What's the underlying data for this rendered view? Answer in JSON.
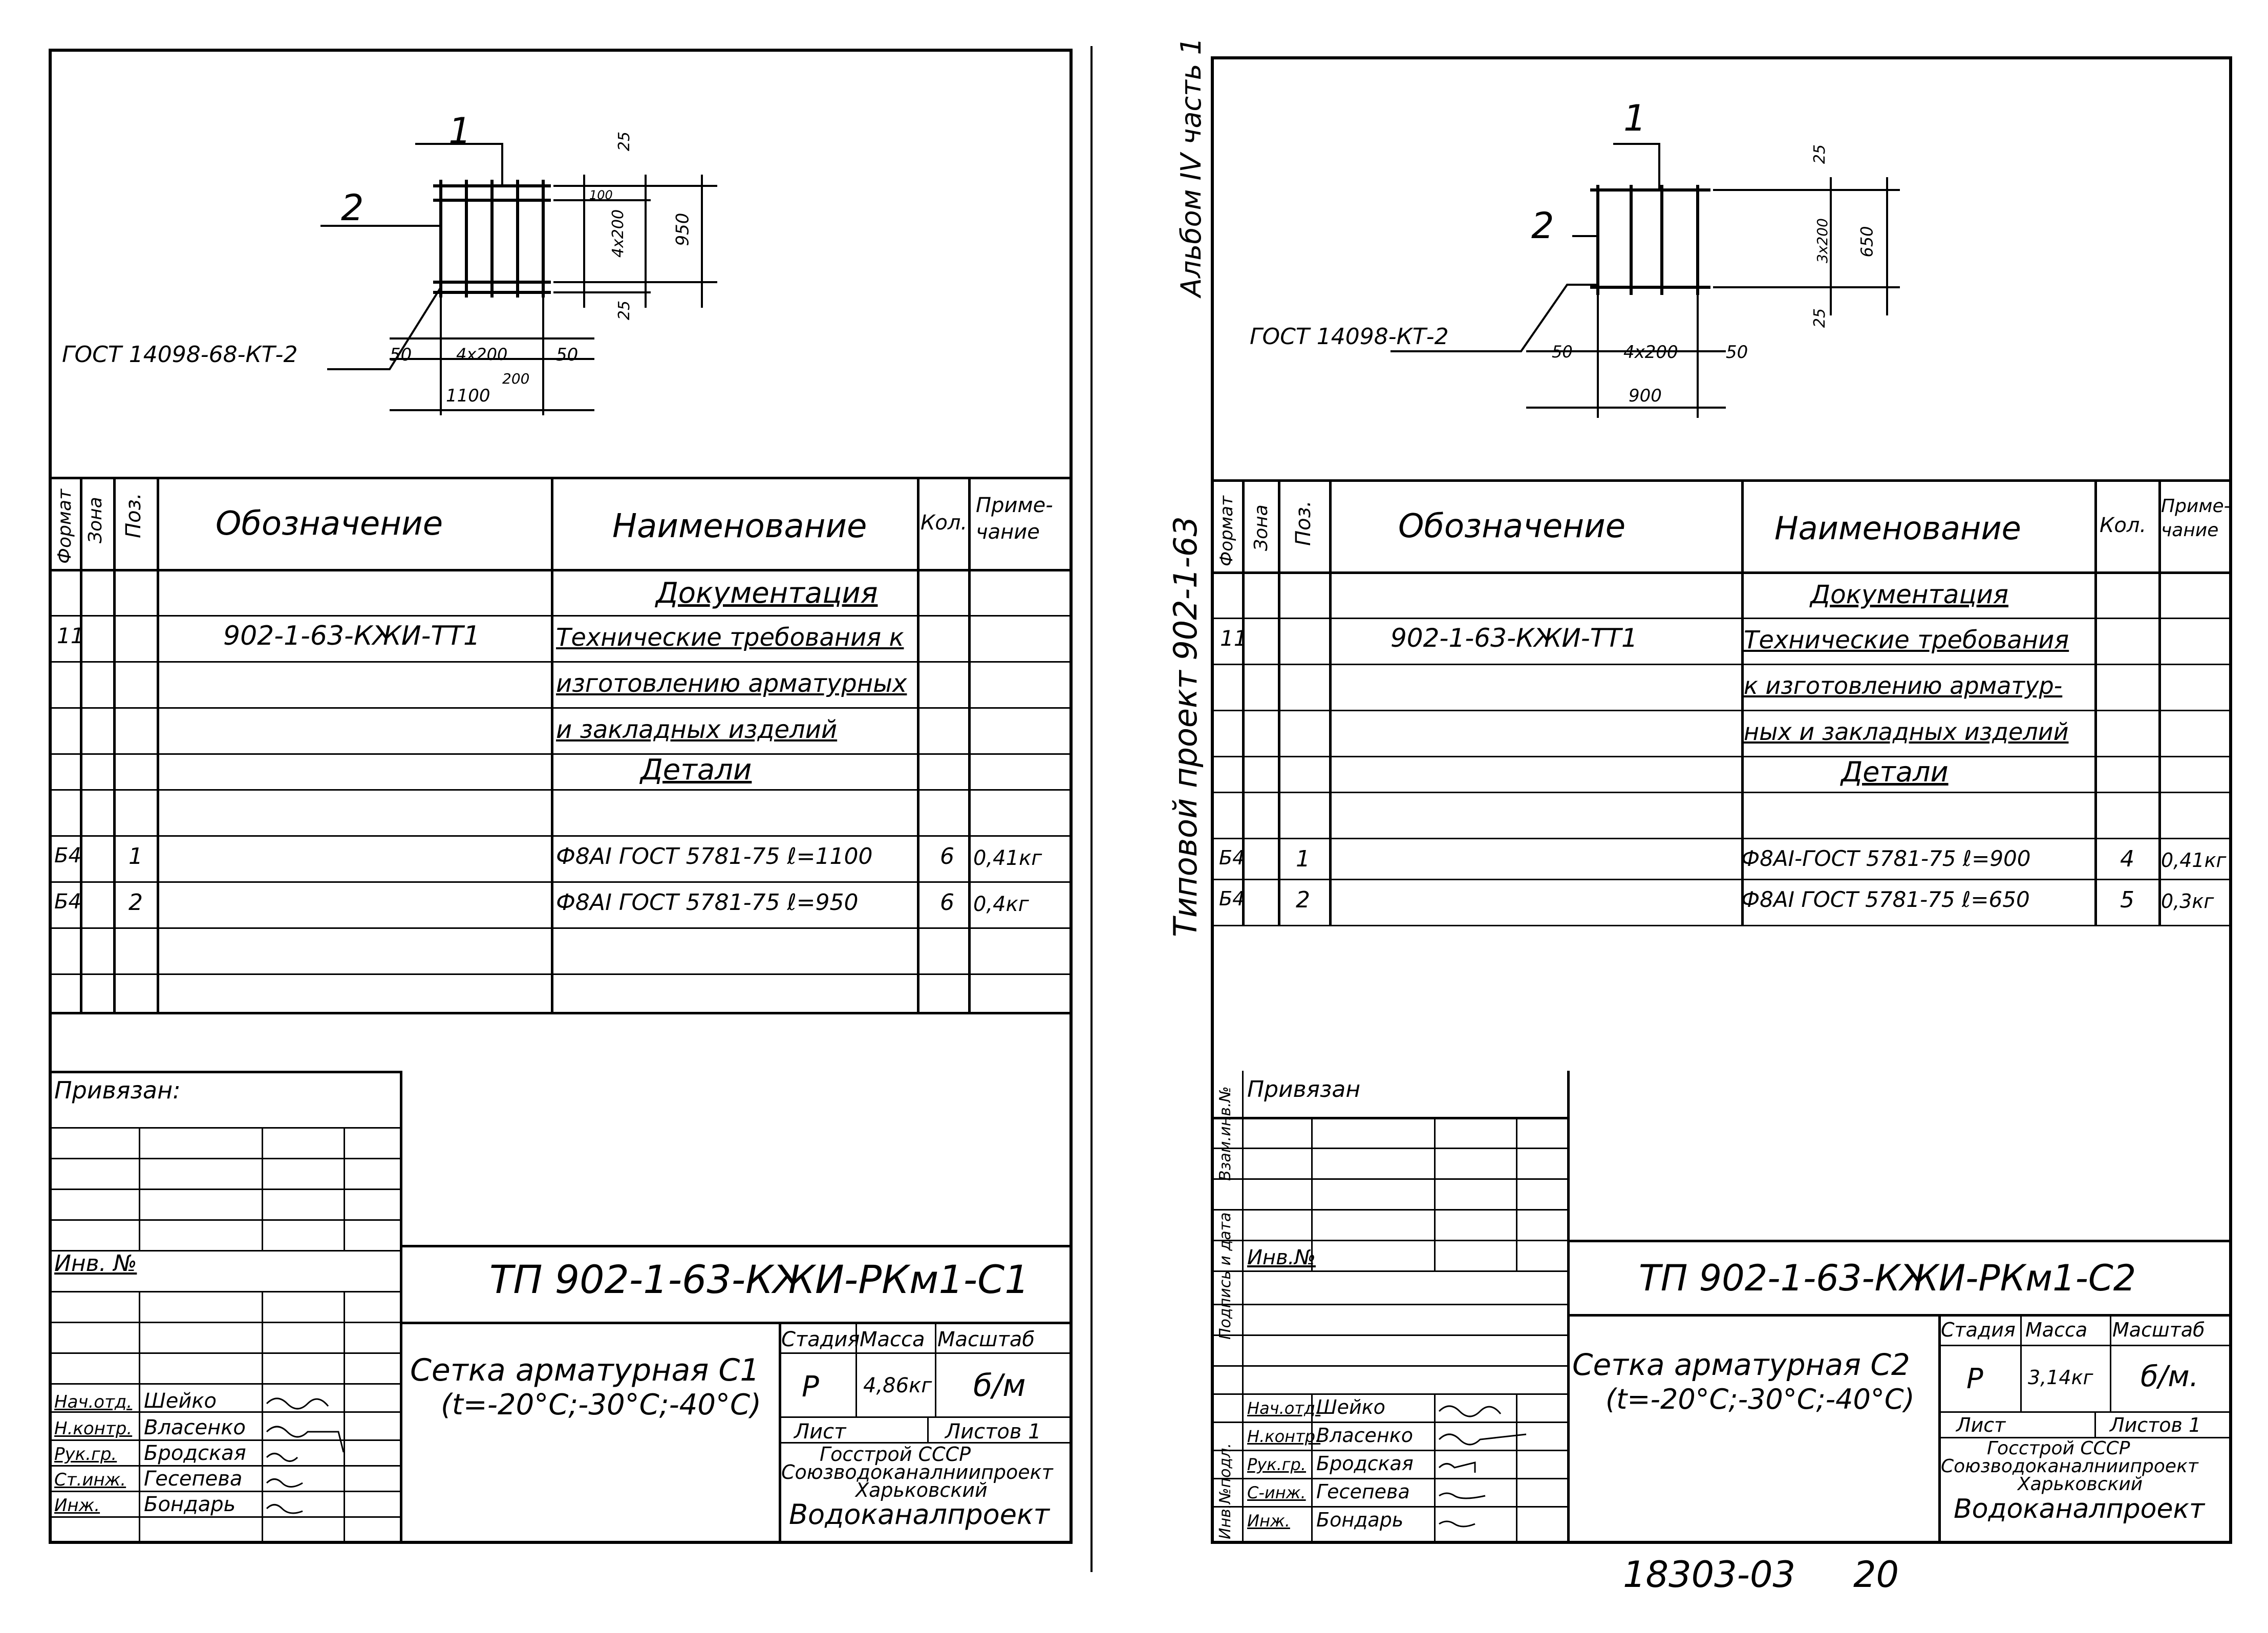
{
  "sheet1": {
    "drawing": {
      "pos1": "1",
      "pos2": "2",
      "standard": "ГОСТ 14098-68-КТ-2",
      "dims": [
        "25",
        "100",
        "4х200",
        "950",
        "25",
        "50",
        "4х200",
        "50",
        "200",
        "1100"
      ]
    },
    "table_headers": {
      "format": "Формат",
      "zone": "Зона",
      "pos": "Поз.",
      "designation": "Обозначение",
      "name": "Наименование",
      "qty": "Кол.",
      "note": "Приме-\nчание"
    },
    "rows": [
      {
        "text": "Документация"
      },
      {
        "format": "11",
        "designation": "902-1-63-КЖИ-ТТ1",
        "name": "Технические требования к"
      },
      {
        "name": "изготовлению арматурных"
      },
      {
        "name": "и закладных изделий"
      },
      {
        "text": "Детали"
      },
      {
        "format": "Б4",
        "pos": "1",
        "name": "Ф8АI ГОСТ 5781-75 ℓ=1100",
        "qty": "6",
        "note": "0,41кг"
      },
      {
        "format": "Б4",
        "pos": "2",
        "name": "Ф8АI ГОСТ 5781-75 ℓ=950",
        "qty": "6",
        "note": "0,4кг"
      }
    ],
    "privyazan": "Привязан:",
    "inv": "Инв. №",
    "code": "ТП 902-1-63-КЖИ-РКм1-С1",
    "title": "Сетка арматурная С1",
    "temp": "(t=-20°С;-30°С;-40°С)",
    "stage_label": "Стадия",
    "mass_label": "Масса",
    "scale_label": "Масштаб",
    "stage": "Р",
    "mass": "4,86кг",
    "scale": "б/м",
    "sheet": "Лист",
    "sheets": "Листов 1",
    "org1": "Госстрой СССР",
    "org2": "Союзводоканалниипроект",
    "org3": "Харьковский",
    "org4": "Водоканалпроект",
    "staff": [
      {
        "role": "Нач.отд.",
        "name": "Шейко"
      },
      {
        "role": "Н.контр.",
        "name": "Власенко"
      },
      {
        "role": "Рук.гр.",
        "name": "Бродская"
      },
      {
        "role": "Ст.инж.",
        "name": "Гесепева"
      },
      {
        "role": "Инж.",
        "name": "Бондарь"
      }
    ]
  },
  "sheet2": {
    "drawing": {
      "pos1": "1",
      "pos2": "2",
      "standard": "ГОСТ 14098-КТ-2",
      "dims": [
        "25",
        "3х200",
        "650",
        "25",
        "50",
        "4х200",
        "50",
        "900"
      ]
    },
    "side_album": "Альбом IV часть 1",
    "side_project": "Типовой проект 902-1-63",
    "table_headers": {
      "format": "Формат",
      "zone": "Зона",
      "pos": "Поз.",
      "designation": "Обозначение",
      "name": "Наименование",
      "qty": "Кол.",
      "note": "Приме-\nчание"
    },
    "rows": [
      {
        "text": "Документация"
      },
      {
        "format": "11",
        "designation": "902-1-63-КЖИ-ТТ1",
        "name": "Технические требования"
      },
      {
        "name": "к изготовлению арматур-"
      },
      {
        "name": "ных и закладных изделий"
      },
      {
        "text": "Детали"
      },
      {
        "format": "Б4",
        "pos": "1",
        "name": "Ф8АI-ГОСТ 5781-75 ℓ=900",
        "qty": "4",
        "note": "0,41кг"
      },
      {
        "format": "Б4",
        "pos": "2",
        "name": "Ф8АI ГОСТ 5781-75 ℓ=650",
        "qty": "5",
        "note": "0,3кг"
      }
    ],
    "side_cols": [
      "Взам.инв.№",
      "Подпись и дата",
      "Инв.№подл."
    ],
    "privyazan": "Привязан",
    "inv": "Инв.№",
    "code": "ТП 902-1-63-КЖИ-РКм1-С2",
    "title": "Сетка арматурная С2",
    "temp": "(t=-20°С;-30°С;-40°С)",
    "stage_label": "Стадия",
    "mass_label": "Масса",
    "scale_label": "Масштаб",
    "stage": "Р",
    "mass": "3,14кг",
    "scale": "б/м.",
    "sheet": "Лист",
    "sheets": "Листов 1",
    "org1": "Госстрой СССР",
    "org2": "Союзводоканалниипроект",
    "org3": "Харьковский",
    "org4": "Водоканалпроект",
    "staff": [
      {
        "role": "Нач.отд.",
        "name": "Шейко"
      },
      {
        "role": "Н.контр.",
        "name": "Власенко"
      },
      {
        "role": "Рук.гр.",
        "name": "Бродская"
      },
      {
        "role": "С-инж.",
        "name": "Гесепева"
      },
      {
        "role": "Инж.",
        "name": "Бондарь"
      }
    ],
    "stamp": "18303-03",
    "stamp_page": "20"
  }
}
